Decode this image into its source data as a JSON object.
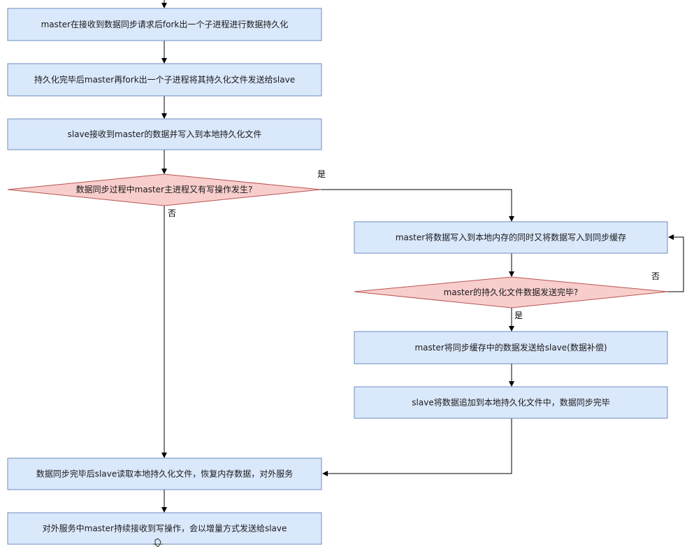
{
  "colors": {
    "process_fill": "#dae8fc",
    "process_stroke": "#6c8ebf",
    "decision_fill": "#f8cecc",
    "decision_stroke": "#b85450",
    "edge": "#000000"
  },
  "nodes": {
    "step1": "master在接收到数据同步请求后fork出一个子进程进行数据持久化",
    "step2": "持久化完毕后master再fork出一个子进程将其持久化文件发送给slave",
    "step3": "slave接收到master的数据并写入到本地持久化文件",
    "decision1": "数据同步过程中master主进程又有写操作发生?",
    "right1": "master将数据写入到本地内存的同时又将数据写入到同步缓存",
    "decision2": "master的持久化文件数据发送完毕?",
    "right2": "master将同步缓存中的数据发送给slave(数据补偿)",
    "right3": "slave将数据追加到本地持久化文件中，数据同步完毕",
    "step4": "数据同步完毕后slave读取本地持久化文件，恢复内存数据，对外服务",
    "step5": "对外服务中master持续接收到写操作，会以增量方式发送给slave"
  },
  "edge_labels": {
    "d1_yes": "是",
    "d1_no": "否",
    "d2_no": "否",
    "d2_yes": "是"
  }
}
